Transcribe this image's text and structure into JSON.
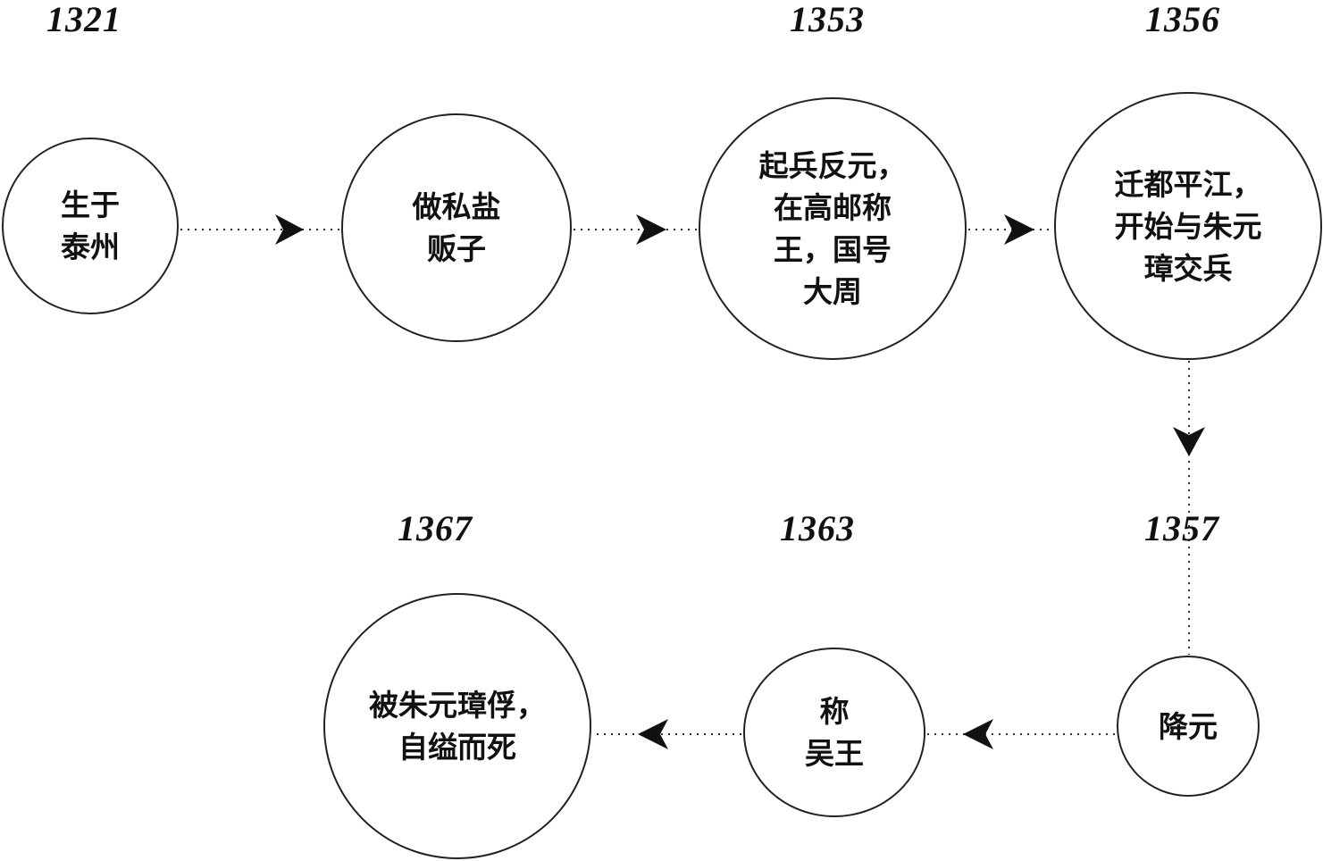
{
  "years": {
    "y1321": "1321",
    "y1353": "1353",
    "y1356": "1356",
    "y1357": "1357",
    "y1363": "1363",
    "y1367": "1367"
  },
  "events": {
    "born": "生于\n泰州",
    "salt": "做私盐\n贩子",
    "revolt": "起兵反元，\n在高邮称\n王，国号\n大周",
    "capital": "迁都平江，\n开始与朱元\n璋交兵",
    "surrender": "降元",
    "wuwang": "称\n吴王",
    "death": "被朱元璋俘，\n自缢而死"
  }
}
